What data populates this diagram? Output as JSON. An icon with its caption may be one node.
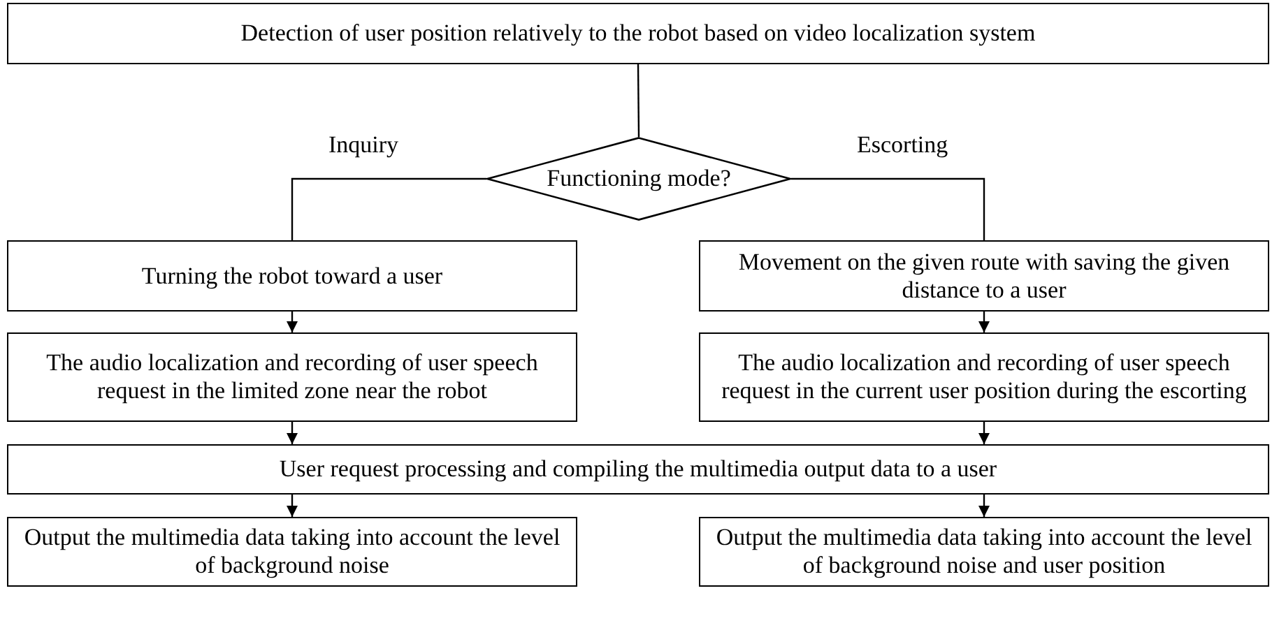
{
  "diagram": {
    "nodes": [
      {
        "text": [
          "Detection of user position relatively to the robot based on video localization system"
        ]
      },
      {
        "text": [
          "Functioning mode?"
        ]
      },
      {
        "text": [
          "Turning the robot toward a user"
        ]
      },
      {
        "text": [
          "Movement on the given route with saving the given distance to a user"
        ]
      },
      {
        "text": [
          "The audio localization and recording of user speech request in the limited zone near the robot"
        ]
      },
      {
        "text": [
          "The audio localization and recording of user speech request in the current user position during the escorting"
        ]
      },
      {
        "text": [
          "User request processing and compiling the multimedia output data to a user"
        ]
      },
      {
        "text": [
          "Output the multimedia data taking into account the level of background noise"
        ]
      },
      {
        "text": [
          "Output the multimedia data taking into account the level of background noise and user position"
        ]
      }
    ],
    "edges": [
      {
        "from": 0,
        "to": 1,
        "arrow": "none"
      },
      {
        "from": 1,
        "to": 2,
        "arrow": "none",
        "label": "Inquiry"
      },
      {
        "from": 1,
        "to": 3,
        "arrow": "none",
        "label": "Escorting"
      },
      {
        "from": 2,
        "to": 4,
        "arrow": "to"
      },
      {
        "from": 3,
        "to": 5,
        "arrow": "to"
      },
      {
        "from": 4,
        "to": 6,
        "arrow": "to"
      },
      {
        "from": 5,
        "to": 6,
        "arrow": "to"
      },
      {
        "from": 6,
        "to": 7,
        "arrow": "to"
      },
      {
        "from": 6,
        "to": 8,
        "arrow": "to"
      }
    ]
  }
}
